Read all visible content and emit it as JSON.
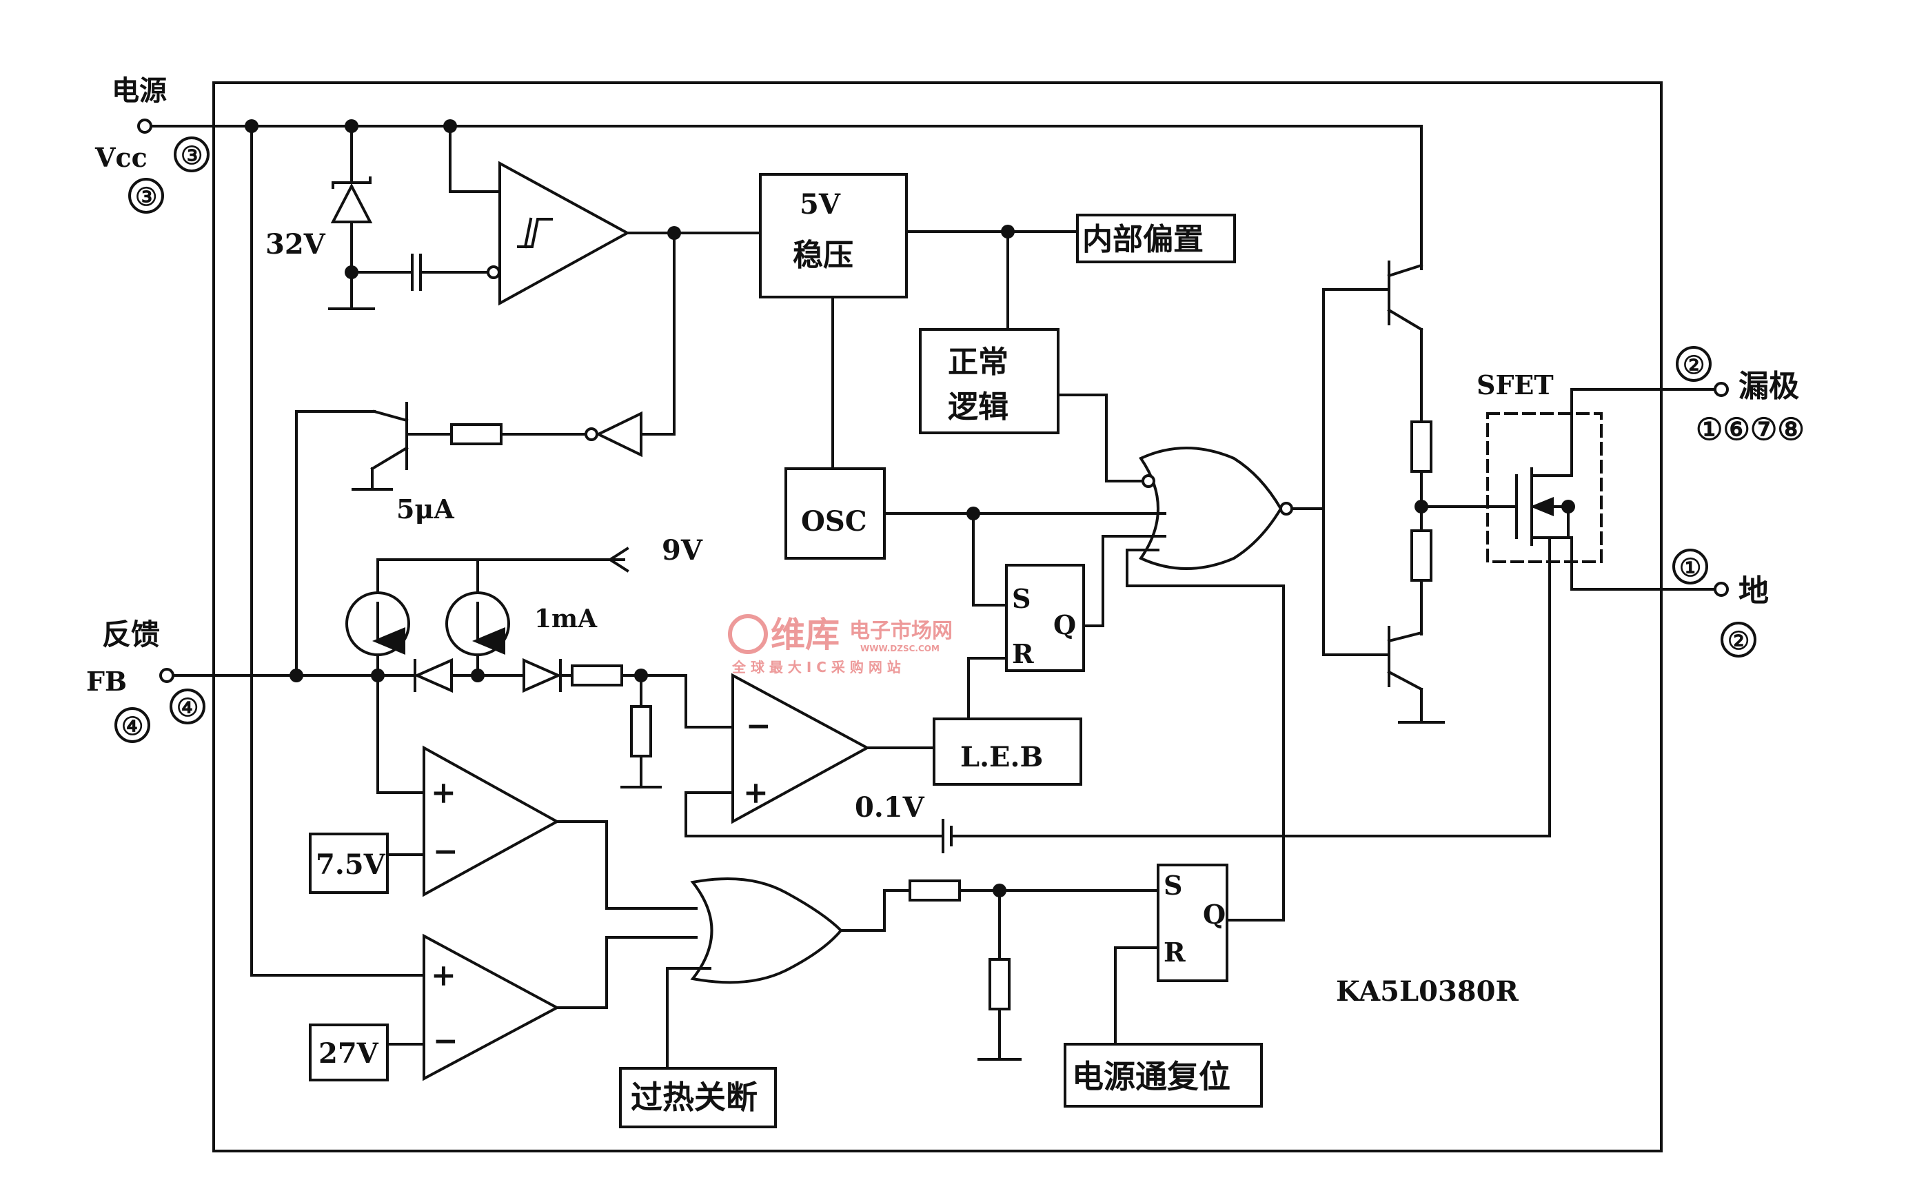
{
  "chip": {
    "model": "KA5L0380R"
  },
  "pins": {
    "vcc": {
      "cn": "电源",
      "en": "Vcc",
      "num_inner": "③",
      "num_outer": "③"
    },
    "fb": {
      "cn": "反馈",
      "en": "FB",
      "num_inner": "④",
      "num_outer": "④"
    },
    "drain": {
      "cn": "漏极",
      "num_inner": "②",
      "num_outer": "①⑥⑦⑧"
    },
    "ground": {
      "cn": "地",
      "num_inner": "①",
      "num_outer": "②"
    }
  },
  "blocks": {
    "regulator_line1": "5V",
    "regulator_line2": "稳压",
    "internal_bias": "内部偏置",
    "normal_logic_line1": "正常",
    "normal_logic_line2": "逻辑",
    "osc": "OSC",
    "leb": "L.E.B",
    "ref_75": "7.5V",
    "ref_27": "27V",
    "thermal_shutdown": "过热关断",
    "power_on_reset": "电源通复位"
  },
  "labels": {
    "zener": "32V",
    "current_5ua": "5μA",
    "v9": "9V",
    "current_1ma": "1mA",
    "v01": "0.1V",
    "sfet": "SFET",
    "latch_s": "S",
    "latch_q": "Q",
    "latch_r": "R",
    "plus": "+",
    "minus": "−"
  },
  "watermark": {
    "brand": "维库",
    "site": "电子市场网",
    "url": "WWW.DZSC.COM",
    "slogan": "全 球 最 大 I C 采 购 网 站"
  }
}
